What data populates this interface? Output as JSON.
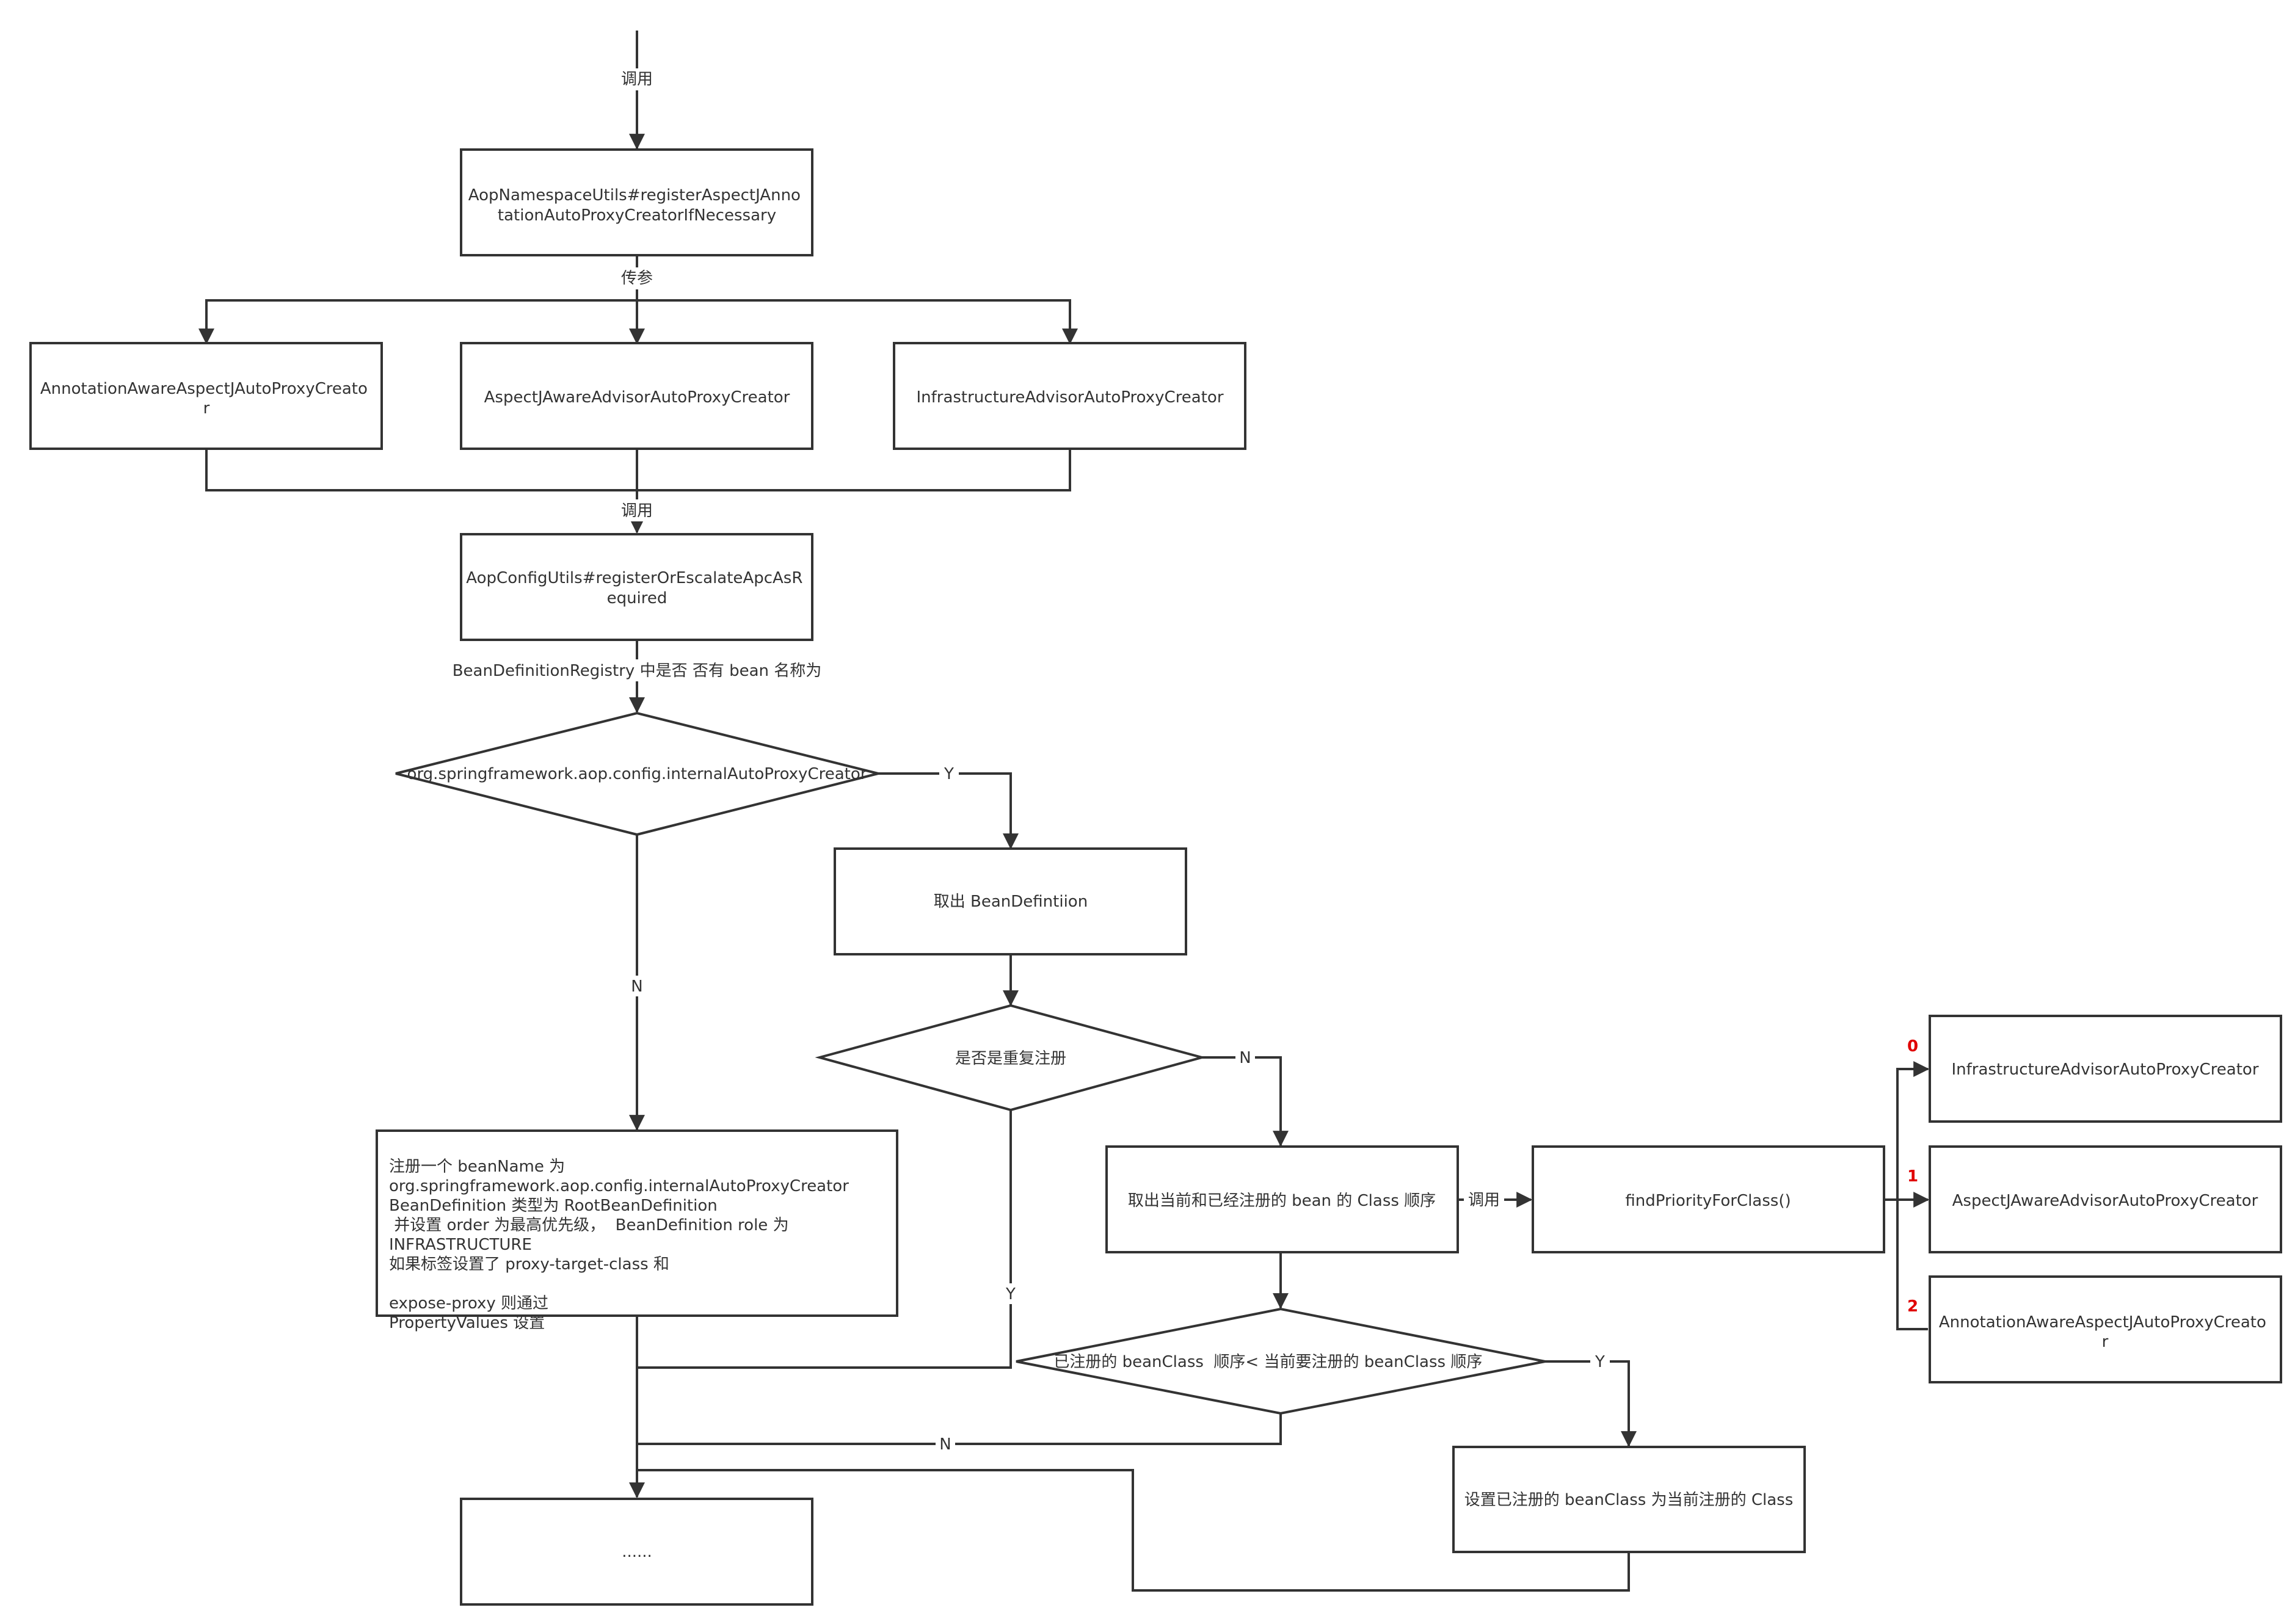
{
  "labels": {
    "call_top": "调用",
    "pass_param": "传参",
    "call_mid": "调用",
    "registry_check": "BeanDefinitionRegistry 中是否 否有 bean 名称为",
    "yes_1": "Y",
    "no_1": "N",
    "no_2": "N",
    "yes_2": "Y",
    "call_right": "调用",
    "yes_3": "Y",
    "no_3": "N",
    "priority_0": "0",
    "priority_1": "1",
    "priority_2": "2"
  },
  "nodes": {
    "aop_namespace": [
      "AopNamespaceUtils#registerAspectJAnno",
      "tationAutoProxyCreatorIfNecessary"
    ],
    "annotation_aware_left": [
      "AnnotationAwareAspectJAutoProxyCreato",
      "r"
    ],
    "aspectj_aware_left": [
      "AspectJAwareAdvisorAutoProxyCreator"
    ],
    "infrastructure_left": [
      "InfrastructureAdvisorAutoProxyCreator"
    ],
    "aop_config": [
      "AopConfigUtils#registerOrEscalateApcAsR",
      "equired"
    ],
    "decision_internal": [
      "org.springframework.aop.config.internalAutoProxyCreator"
    ],
    "take_bean_def": [
      "取出 BeanDefintiion"
    ],
    "decision_duplicate": [
      "是否是重复注册"
    ],
    "register_bean": [
      "注册一个 beanName 为",
      "org.springframework.aop.config.internalAutoProxyCreator",
      "BeanDefinition 类型为 RootBeanDefinition",
      " 并设置 order 为最高优先级，  BeanDefinition role 为",
      "INFRASTRUCTURE",
      "如果标签设置了 proxy-target-class 和",
      "",
      "expose-proxy 则通过",
      "PropertyValues 设置"
    ],
    "take_order": [
      "取出当前和已经注册的 bean 的 Class 顺序"
    ],
    "find_priority": [
      "findPriorityForClass()"
    ],
    "decision_order": [
      "已注册的 beanClass  顺序< 当前要注册的 beanClass 顺序"
    ],
    "set_class": [
      "设置已注册的 beanClass 为当前注册的 Class"
    ],
    "ellipsis": [
      "......"
    ],
    "infrastructure_right": [
      "InfrastructureAdvisorAutoProxyCreator"
    ],
    "aspectj_aware_right": [
      "AspectJAwareAdvisorAutoProxyCreator"
    ],
    "annotation_aware_right": [
      "AnnotationAwareAspectJAutoProxyCreato",
      "r"
    ]
  },
  "colors": {
    "stroke": "#333333",
    "text": "#333333",
    "priority_number": "#e00000",
    "background": "#ffffff"
  }
}
